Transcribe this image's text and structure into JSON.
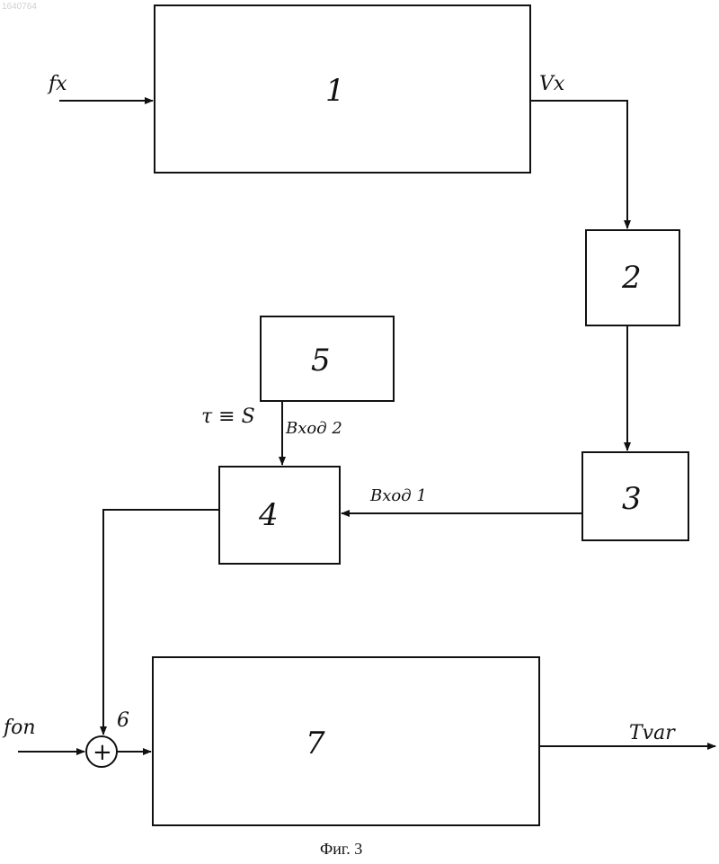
{
  "blocks": {
    "b1": "1",
    "b2": "2",
    "b3": "3",
    "b4": "4",
    "b5": "5",
    "b7": "7"
  },
  "adder": {
    "symbol": "+",
    "label": "6"
  },
  "signals": {
    "f_x": "fx",
    "v_x": "Vx",
    "tau": "τ ≡ S",
    "input2": "Вход 2",
    "input1": "Вход 1",
    "f_on": "fоп",
    "t_out": "Tvar"
  },
  "caption": "Фиг. 3",
  "corner_mark": "1640764"
}
